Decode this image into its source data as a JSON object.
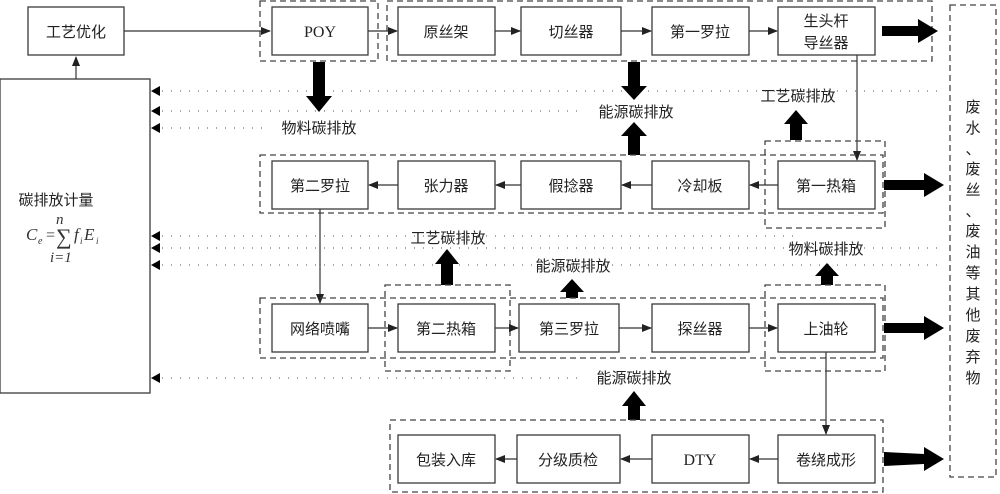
{
  "diagram": {
    "optimize_box": "工艺优化",
    "carbon_box": {
      "title": "碳排放计量",
      "formula": {
        "lhs": "C",
        "lhs_sub": "e",
        "sum_top": "n",
        "sum_bottom": "i=1",
        "sigma": "∑",
        "term_f": "f",
        "term_f_sub": "i",
        "term_E": "E",
        "term_E_sub": "i"
      }
    },
    "row1": [
      "POY",
      "原丝架",
      "切丝器",
      "第一罗拉",
      "生头杆",
      "导丝器"
    ],
    "row2": [
      "第二罗拉",
      "张力器",
      "假捻器",
      "冷却板",
      "第一热箱"
    ],
    "row3": [
      "网络喷嘴",
      "第二热箱",
      "第三罗拉",
      "探丝器",
      "上油轮"
    ],
    "row4": [
      "包装入库",
      "分级质检",
      "DTY",
      "卷绕成形"
    ],
    "emissions": {
      "material": "物料碳排放",
      "energy": "能源碳排放",
      "process": "工艺碳排放"
    },
    "waste": [
      "废",
      "水",
      "、",
      "废",
      "丝",
      "、",
      "废",
      "油",
      "等",
      "其",
      "他",
      "废",
      "弃",
      "物"
    ]
  }
}
